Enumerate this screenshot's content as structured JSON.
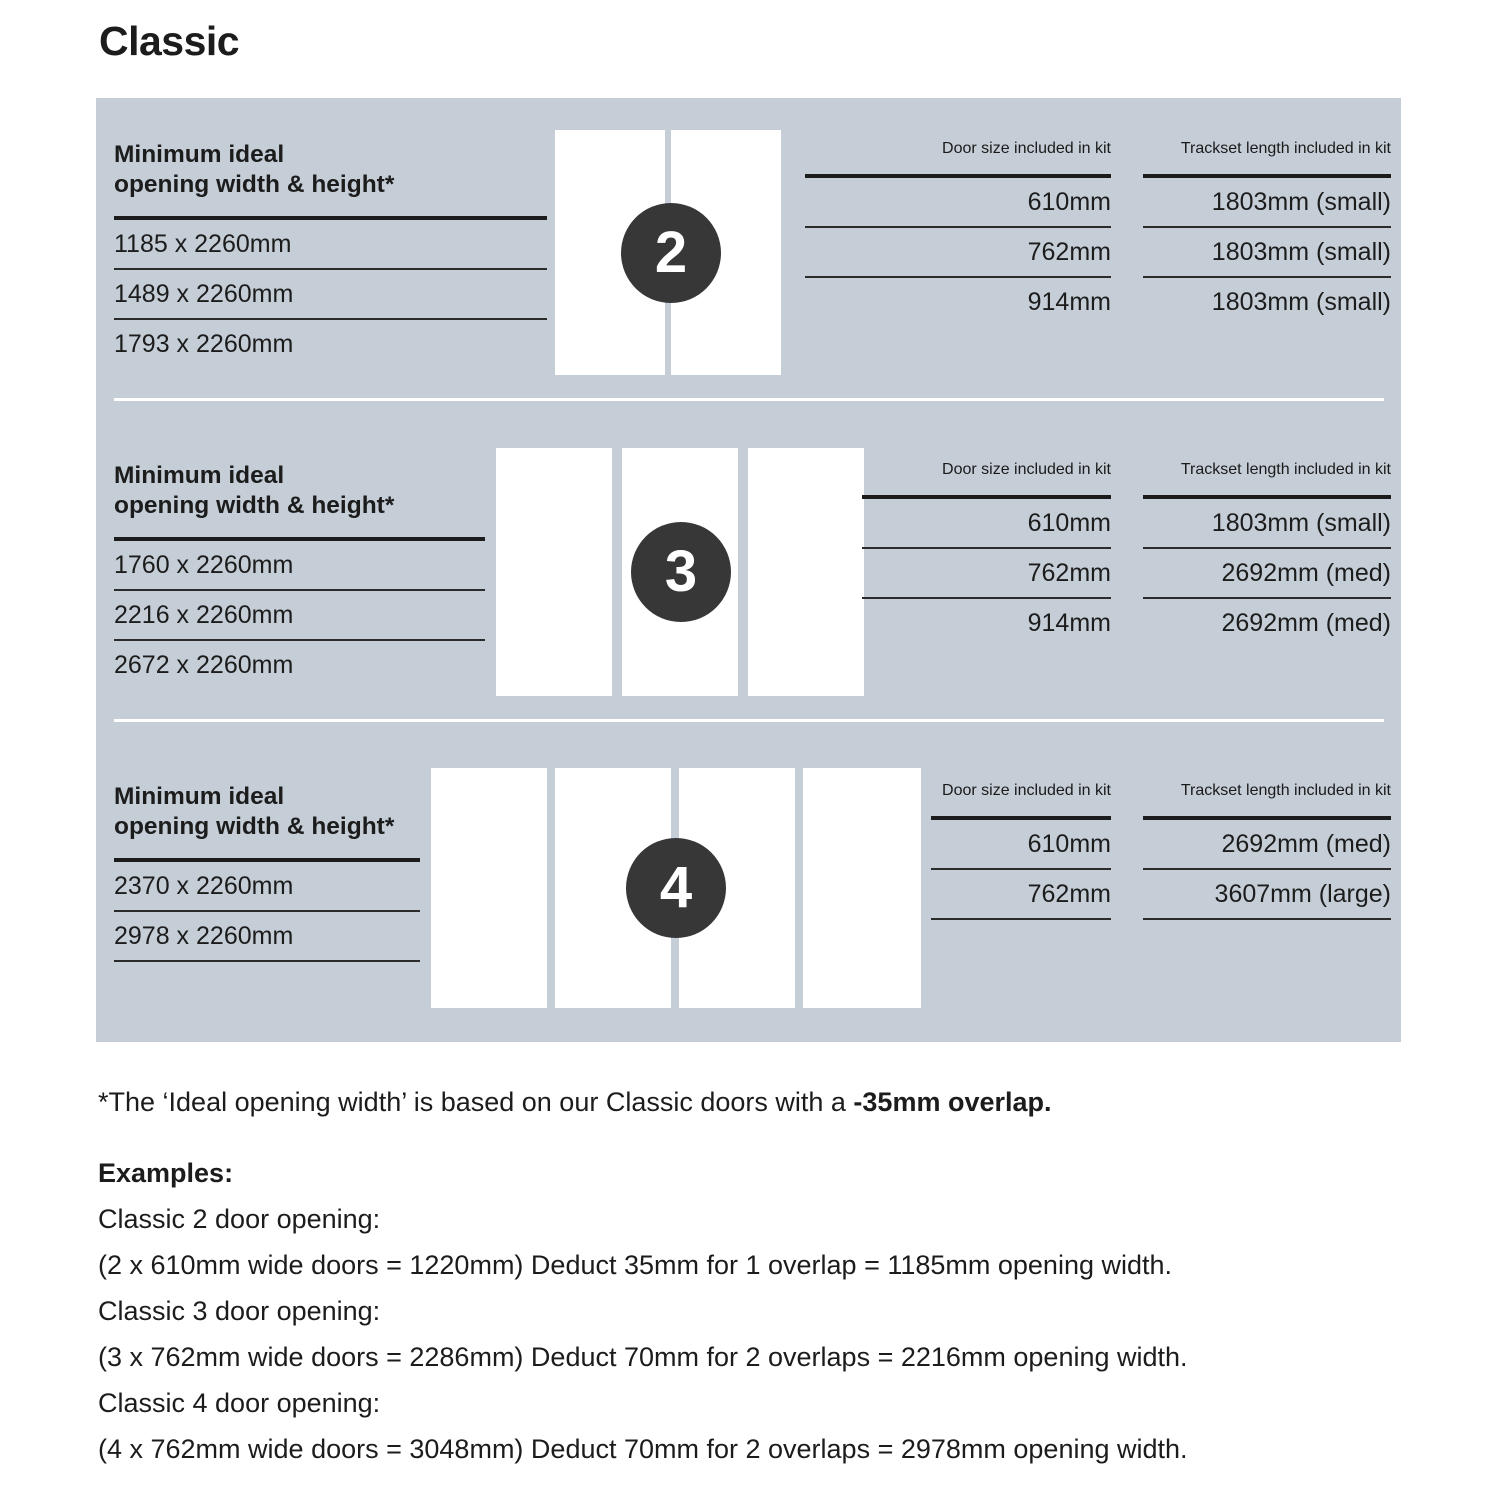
{
  "title": "Classic",
  "colors": {
    "panel_bg": "#c5ced7",
    "badge_bg": "#373737",
    "door_fill": "#ffffff",
    "rule": "#1c1c1c",
    "text": "#1c1c1c",
    "page_bg": "#ffffff"
  },
  "sections": [
    {
      "badge": "2",
      "door_count": 2,
      "left_header": "Minimum ideal\nopening width & height*",
      "col_door_header": "Door size\nincluded in kit",
      "col_track_header": "Trackset length\nincluded in kit",
      "rows": [
        {
          "opening": "1185 x 2260mm",
          "door_size": "610mm",
          "trackset": "1803mm (small)"
        },
        {
          "opening": "1489 x 2260mm",
          "door_size": "762mm",
          "trackset": "1803mm (small)"
        },
        {
          "opening": "1793 x 2260mm",
          "door_size": "914mm",
          "trackset": "1803mm (small)"
        }
      ]
    },
    {
      "badge": "3",
      "door_count": 3,
      "left_header": "Minimum ideal\nopening width & height*",
      "col_door_header": "Door size\nincluded in kit",
      "col_track_header": "Trackset length\nincluded in kit",
      "rows": [
        {
          "opening": "1760 x 2260mm",
          "door_size": "610mm",
          "trackset": "1803mm (small)"
        },
        {
          "opening": "2216 x 2260mm",
          "door_size": "762mm",
          "trackset": "2692mm (med)"
        },
        {
          "opening": "2672 x 2260mm",
          "door_size": "914mm",
          "trackset": "2692mm (med)"
        }
      ]
    },
    {
      "badge": "4",
      "door_count": 4,
      "left_header": "Minimum ideal\nopening width & height*",
      "col_door_header": "Door size\nincluded in kit",
      "col_track_header": "Trackset length\nincluded in kit",
      "rows": [
        {
          "opening": "2370 x 2260mm",
          "door_size": "610mm",
          "trackset": "2692mm (med)"
        },
        {
          "opening": "2978 x 2260mm",
          "door_size": "762mm",
          "trackset": "3607mm (large)"
        }
      ]
    }
  ],
  "footnote": {
    "normal": "*The ‘Ideal opening width’ is based on our Classic doors with a ",
    "bold": "-35mm overlap."
  },
  "examples": {
    "heading": "Examples:",
    "lines": [
      "Classic 2 door opening:",
      "(2 x 610mm wide doors = 1220mm)  Deduct 35mm for 1 overlap = 1185mm opening width.",
      "Classic 3 door opening:",
      "(3 x 762mm wide doors = 2286mm)  Deduct 70mm for 2 overlaps = 2216mm opening width.",
      "Classic 4 door opening:",
      "(4 x 762mm wide doors = 3048mm)  Deduct 70mm for 2 overlaps = 2978mm opening width."
    ]
  }
}
